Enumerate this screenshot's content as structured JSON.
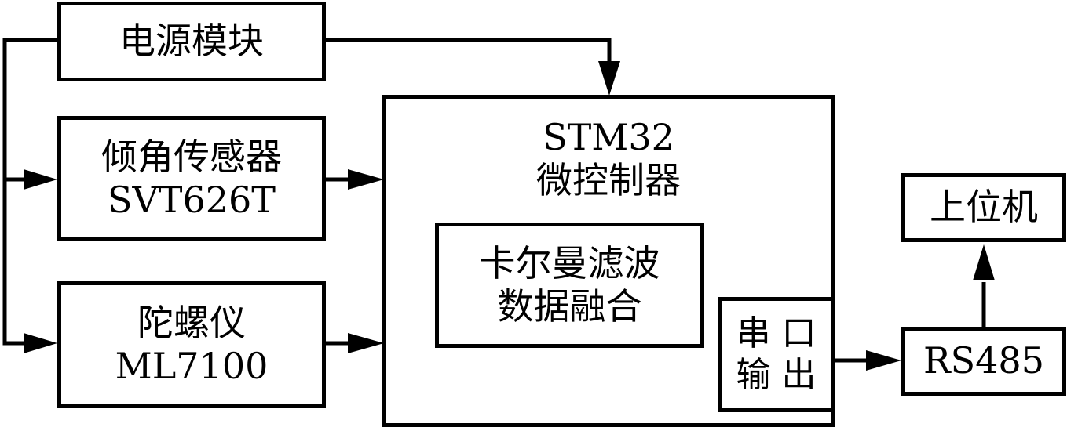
{
  "diagram": {
    "title": "",
    "colors": {
      "stroke": "#000000",
      "background": "#ffffff"
    },
    "blocks": {
      "power": {
        "label": "电源模块"
      },
      "tilt_sensor": {
        "line1": "倾角传感器",
        "line2": "SVT626T"
      },
      "gyroscope": {
        "line1": "陀螺仪",
        "line2": "ML7100"
      },
      "mcu": {
        "line1": "STM32",
        "line2": "微控制器"
      },
      "kalman": {
        "line1": "卡尔曼滤波",
        "line2": "数据融合"
      },
      "serial_out": {
        "line1": "串口",
        "line2": "输出"
      },
      "rs485": {
        "label": "RS485"
      },
      "host": {
        "label": "上位机"
      }
    },
    "connections": [
      {
        "from": "power",
        "to": "mcu"
      },
      {
        "from": "power",
        "to": "tilt_sensor"
      },
      {
        "from": "power",
        "to": "gyroscope"
      },
      {
        "from": "tilt_sensor",
        "to": "mcu"
      },
      {
        "from": "gyroscope",
        "to": "mcu"
      },
      {
        "from": "serial_out",
        "to": "rs485"
      },
      {
        "from": "rs485",
        "to": "host"
      }
    ]
  }
}
